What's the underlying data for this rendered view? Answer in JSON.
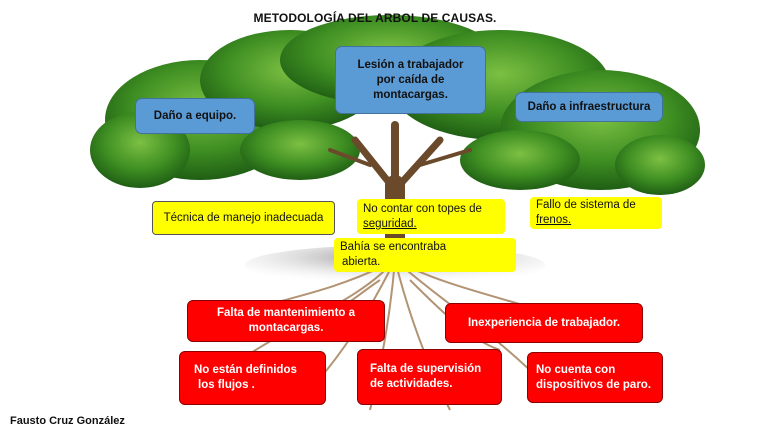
{
  "title": "METODOLOGÍA   DEL ARBOL DE  CAUSAS.",
  "author": "Fausto Cruz González",
  "effects": {
    "main": [
      "Lesión a trabajador",
      "por caída de",
      "montacargas."
    ],
    "left": "Daño a equipo.",
    "right": "Daño a infraestructura"
  },
  "direct_causes": {
    "tecnica": "Técnica de manejo inadecuada",
    "topes": [
      "No contar con topes de",
      "seguridad."
    ],
    "frenos": [
      "Fallo de sistema de",
      "frenos."
    ],
    "bahia": [
      "Bahía se encontraba",
      "abierta."
    ]
  },
  "root_causes": {
    "mantenimiento": [
      "Falta de mantenimiento a",
      "montacargas."
    ],
    "inexperiencia": "Inexperiencia de trabajador.",
    "flujos": [
      "No están definidos",
      "los flujos ."
    ],
    "supervision": [
      "Falta de supervisión",
      "de actividades."
    ],
    "paro": [
      "No cuenta con",
      "dispositivos de paro."
    ]
  },
  "colors": {
    "effect": "#5b9bd5",
    "direct_cause": "#ffff00",
    "root_cause": "#ff0000",
    "foliage": "#2e7d1e",
    "trunk": "#6b4a2b"
  }
}
